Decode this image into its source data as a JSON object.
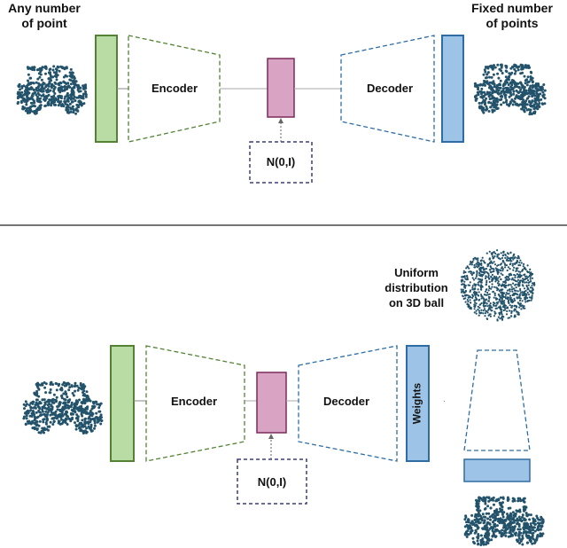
{
  "top": {
    "input_label_line1": "Any number",
    "input_label_line2": "of point",
    "output_label_line1": "Fixed number",
    "output_label_line2": "of points",
    "encoder_label": "Encoder",
    "decoder_label": "Decoder",
    "noise_label": "N(0,I)"
  },
  "bottom": {
    "encoder_label": "Encoder",
    "decoder_label": "Decoder",
    "weights_label": "Weights",
    "noise_label": "N(0,I)",
    "ball_label_line1": "Uniform",
    "ball_label_line2": "distribution",
    "ball_label_line3": "on 3D ball"
  },
  "colors": {
    "green_fill": "#b9dba4",
    "green_stroke": "#548235",
    "pink_fill": "#d9a3c3",
    "pink_stroke": "#7b2b5b",
    "blue_fill": "#9dc3e6",
    "blue_stroke": "#2e6da4",
    "noise_stroke": "#3d3d7a",
    "point_cloud": "#23536b",
    "divider": "#222222"
  }
}
